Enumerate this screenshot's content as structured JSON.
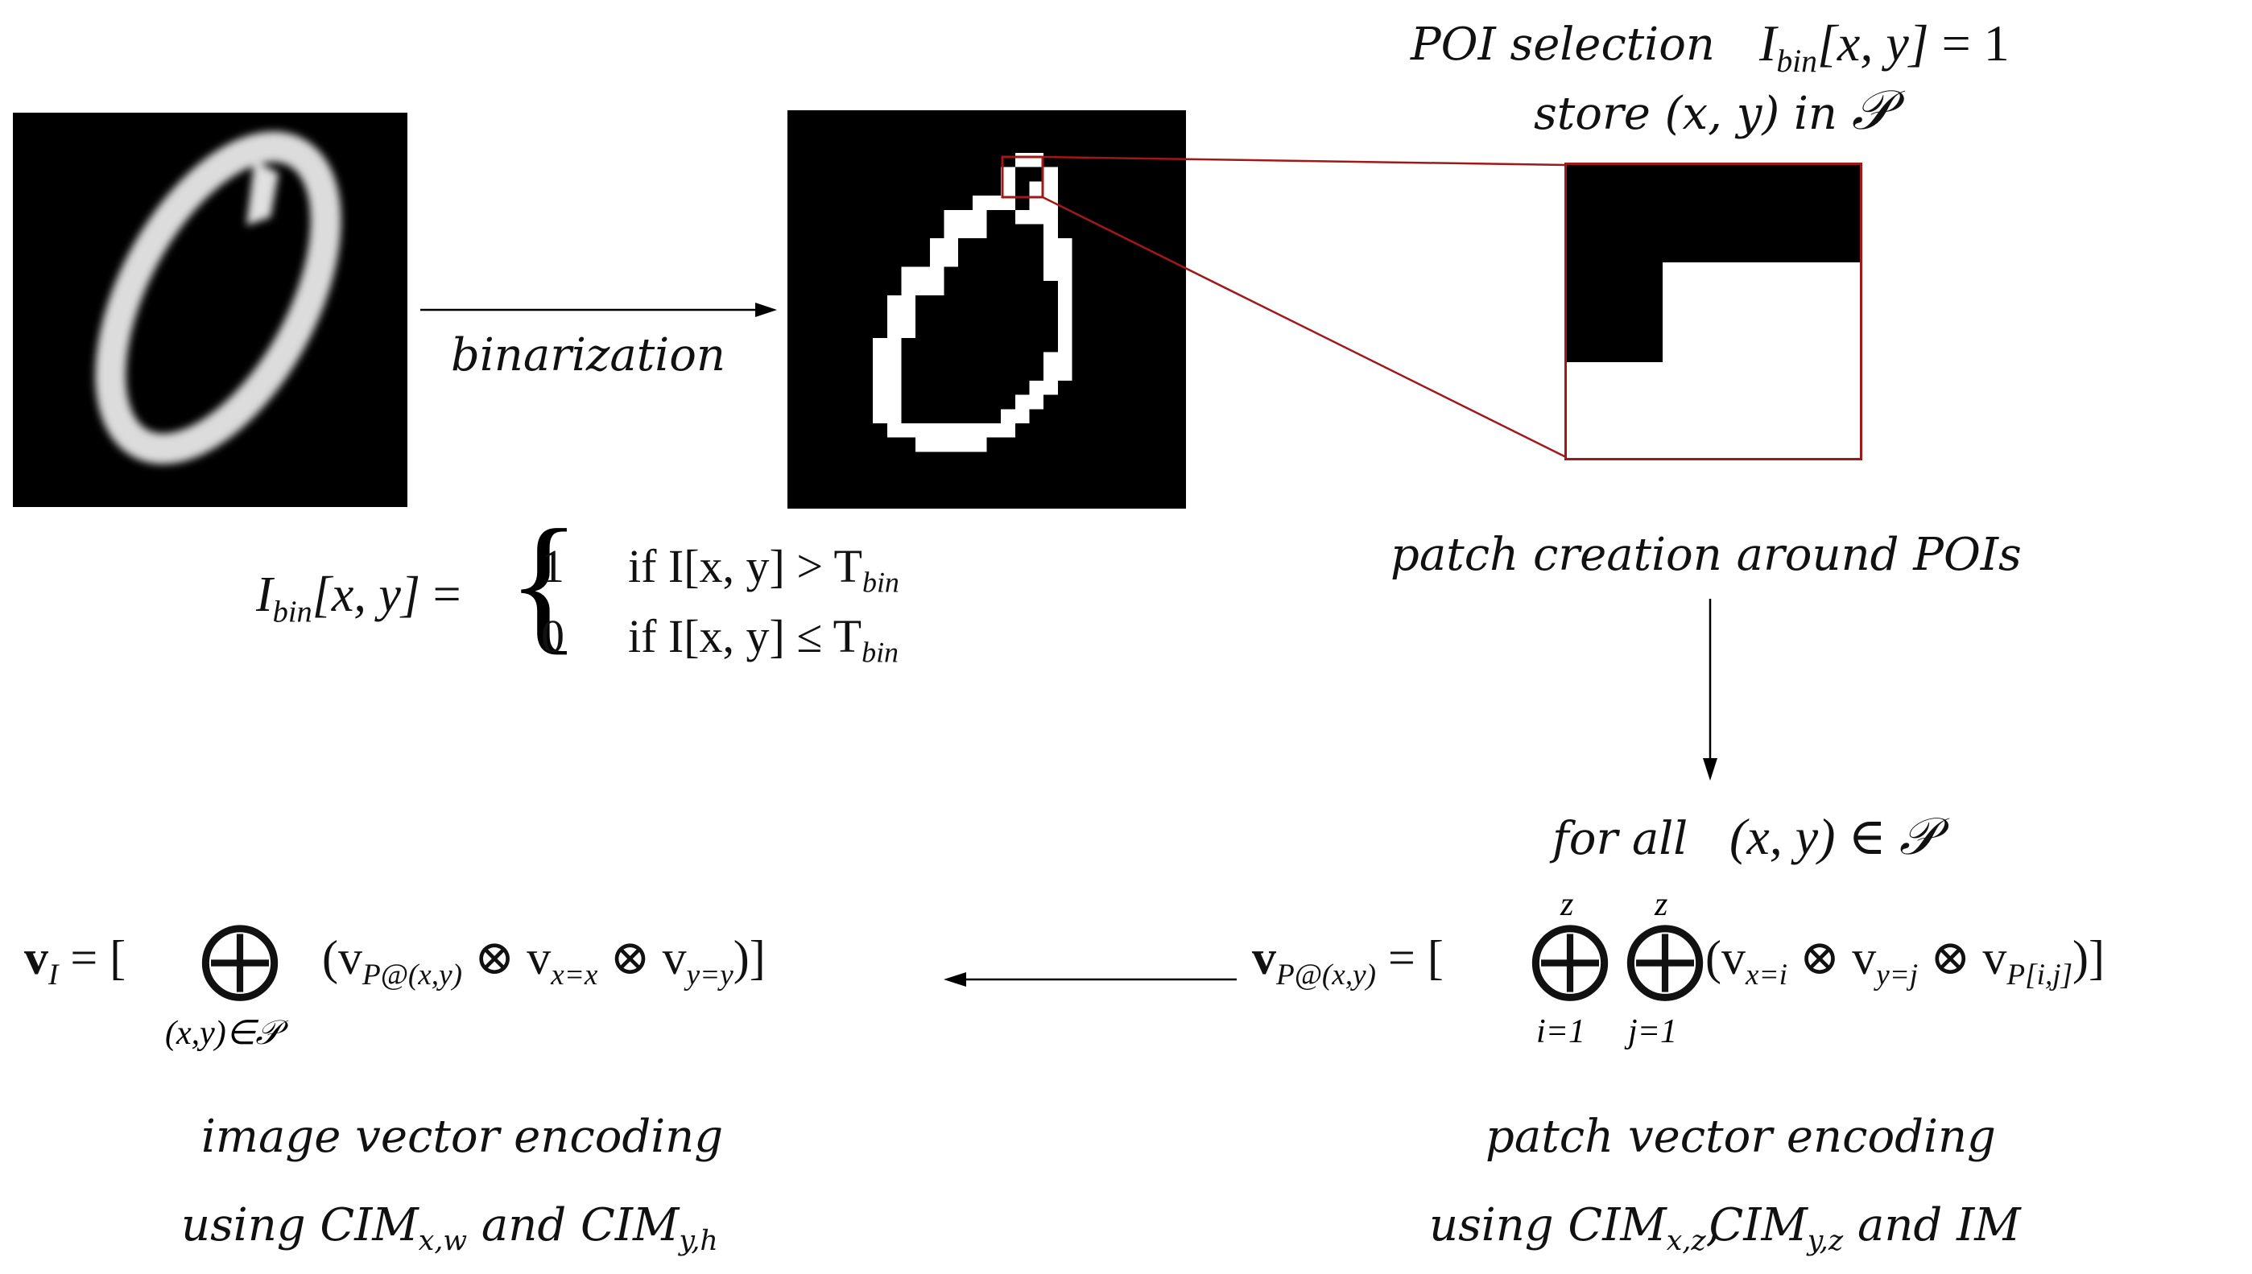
{
  "labels": {
    "binarization": "binarization",
    "poi_selection": "POI selection",
    "store": "store (x, y) in",
    "patch_creation": "patch creation around POIs",
    "for_all": "for all",
    "image_encoding_title": "image vector encoding",
    "image_encoding_using": "using CIM",
    "patch_encoding_title": "patch vector encoding",
    "patch_encoding_using": "using CIM",
    "and": "and",
    "im": "IM"
  },
  "math": {
    "I": "I",
    "bin": "bin",
    "xy": "[x, y]",
    "eq_one": "= 1",
    "P_symbol": "𝒫",
    "xy_in_P": "(x, y) ∈ 𝒫",
    "case1_val": "1",
    "case1_cond": "if I[x, y] > T",
    "case0_val": "0",
    "case0_cond": "if I[x, y] ≤ T",
    "vI_lhs": "v",
    "vI_sub": "I",
    "vI_rhs": "= [",
    "vI_under": "(x,y)∈𝒫",
    "vI_body": "(v",
    "vI_body_sub1": "P@(x,y)",
    "vI_body_mid": "⊗ v",
    "vI_body_sub2": "x=x",
    "vI_body_mid2": "⊗ v",
    "vI_body_sub3": "y=y",
    "vI_close": ")]",
    "vP_lhs": "v",
    "vP_sub": "P@(x,y)",
    "vP_rhs": "= [",
    "z": "z",
    "i1": "i=1",
    "j1": "j=1",
    "vP_body": "(v",
    "vP_body_sub1": "x=i",
    "vP_body_mid": "⊗ v",
    "vP_body_sub2": "y=j",
    "vP_body_mid2": "⊗ v",
    "vP_body_sub3": "P[i,j]",
    "vP_close": ")]",
    "oplus": "⨁",
    "sub_xw": "x,w",
    "sub_yh": "y,h",
    "sub_xz": "x,z",
    "sub_yz": "y,z",
    "comma": ",",
    "T": "T"
  },
  "colors": {
    "red_outline": "#a01818",
    "arrow": "#000000",
    "image_bg": "#000000",
    "digit": "#ffffff"
  }
}
